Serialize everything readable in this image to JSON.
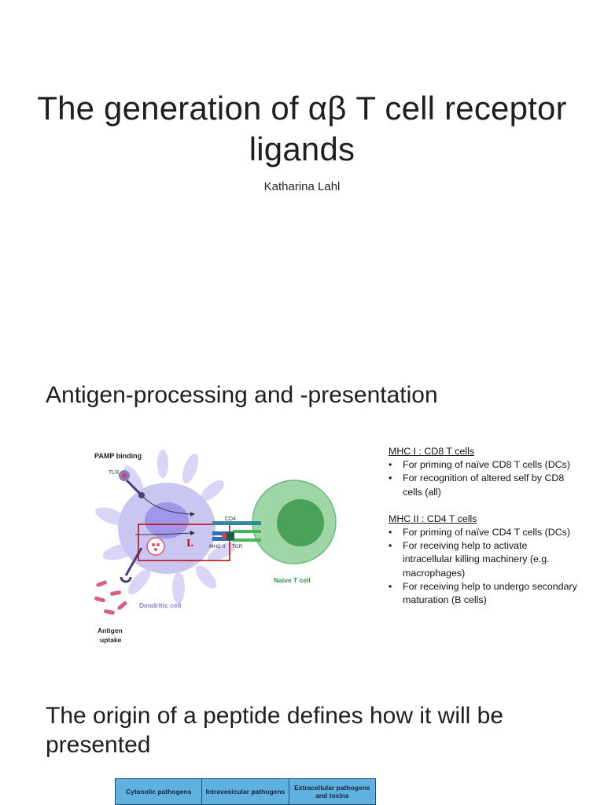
{
  "slide1": {
    "title": "The generation of αβ T cell receptor ligands",
    "author": "Katharina Lahl"
  },
  "slide2": {
    "title": "Antigen-processing and -presentation",
    "diagram_labels": {
      "pamp_binding": "PAMP binding",
      "tlr": "TLR",
      "cd4": "CD4",
      "mhc_ii": "MHC II",
      "tcr": "TCR",
      "roman_one": "I.",
      "naive_t_cell": "Naive T cell",
      "dendritic_cell": "Dendritic cell",
      "antigen_uptake_1": "Antigen",
      "antigen_uptake_2": "uptake"
    },
    "mhc1": {
      "heading": "MHC I : CD8 T cells",
      "bullets": [
        "For priming of naïve CD8 T cells (DCs)",
        "For recognition of altered self by CD8 cells (all)"
      ]
    },
    "mhc2": {
      "heading": "MHC II : CD4 T cells",
      "bullets": [
        "For priming of naïve CD4 T cells (DCs)",
        "For receiving help to activate intracellular killing machinery (e.g. macrophages)",
        "For receiving help to undergo secondary maturation (B cells)"
      ]
    },
    "colors": {
      "dendritic_cell": "#c9c6f2",
      "t_cell": "#8fcf9a",
      "highlight_box": "#c00000",
      "t_cell_label": "#2e9a4c",
      "dc_label": "#8a7de0"
    }
  },
  "slide3": {
    "title": "The origin of a peptide defines how it will be presented",
    "table_headers": [
      "Cytosolic pathogens",
      "Intravesicular pathogens",
      "Extracellular pathogens and toxins"
    ],
    "colors": {
      "header_fill": "#5fb2df"
    }
  }
}
